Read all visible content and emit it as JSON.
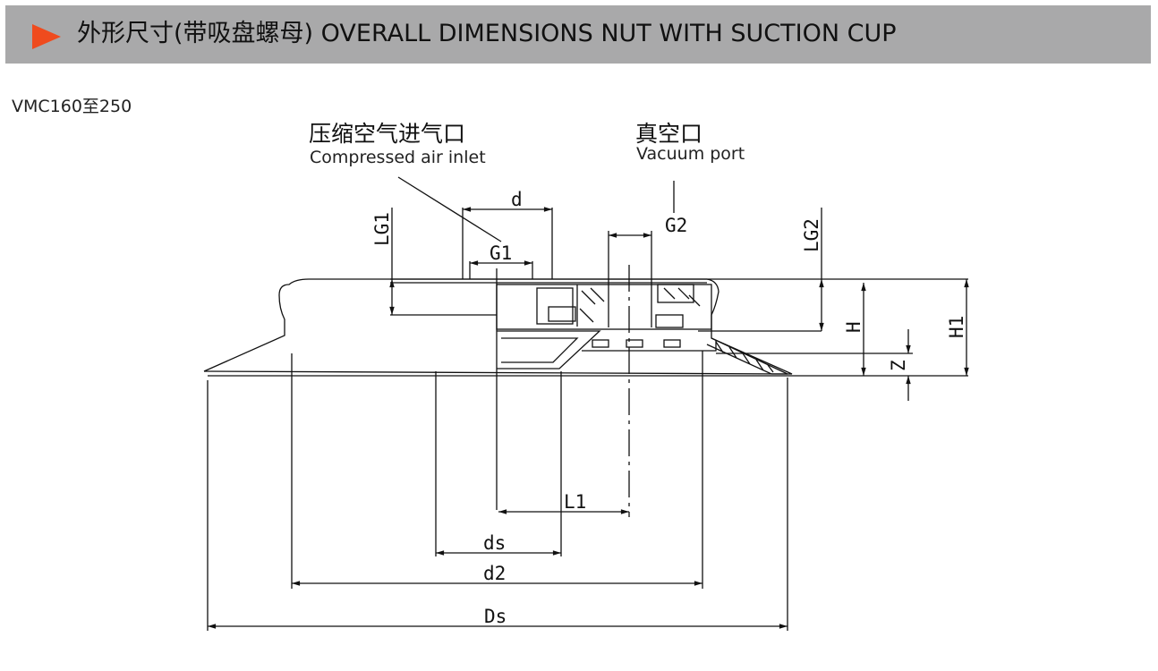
{
  "header": {
    "title": "外形尺寸(带吸盘螺母)  OVERALL DIMENSIONS NUT WITH SUCTION CUP",
    "accent_color": "#ef4b1e",
    "background": "#a9a9aa"
  },
  "model": "VMC160至250",
  "callouts": {
    "air_inlet_cn": "压缩空气进气口",
    "air_inlet_en": "Compressed air inlet",
    "vacuum_cn": "真空口",
    "vacuum_en": "Vacuum port"
  },
  "dims": {
    "d": "d",
    "g1": "G1",
    "g2": "G2",
    "lg1": "LG1",
    "lg2": "LG2",
    "h": "H",
    "h1": "H1",
    "z": "Z",
    "l1": "L1",
    "ds": "ds",
    "d2": "d2",
    "Ds": "Ds"
  }
}
